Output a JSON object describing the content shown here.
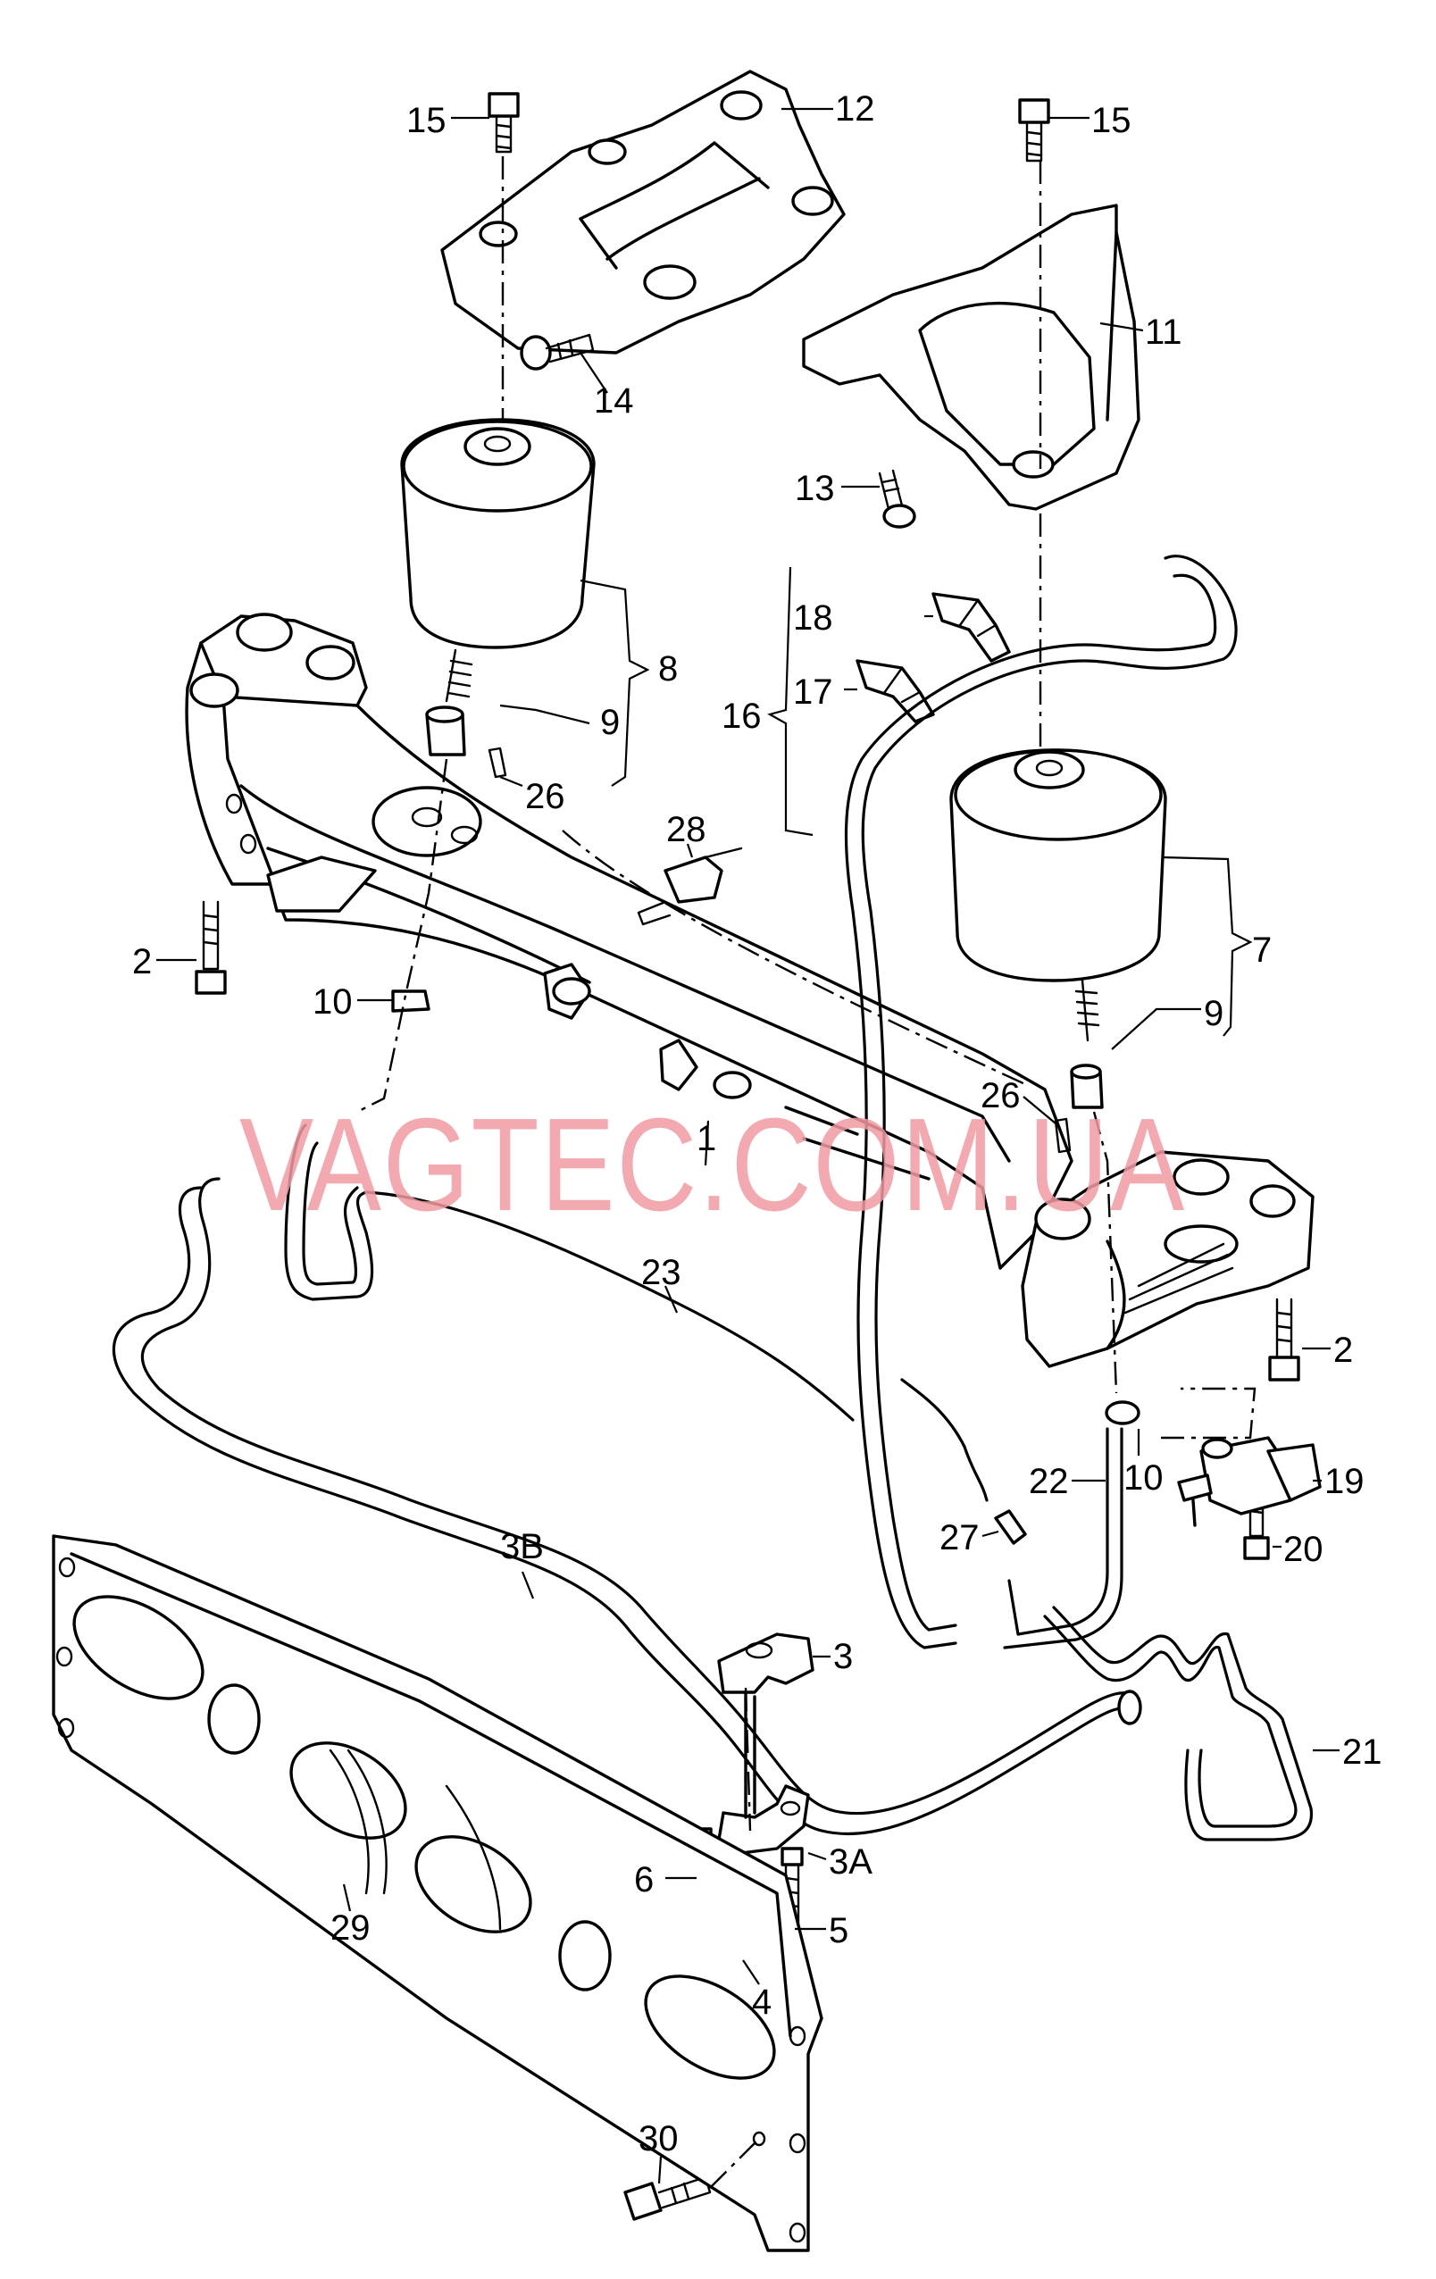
{
  "watermark": "VAGTEC.COM.UA",
  "callouts": [
    {
      "id": "c15a",
      "text": "15"
    },
    {
      "id": "c12",
      "text": "12"
    },
    {
      "id": "c15b",
      "text": "15"
    },
    {
      "id": "c14",
      "text": "14"
    },
    {
      "id": "c11",
      "text": "11"
    },
    {
      "id": "c13",
      "text": "13"
    },
    {
      "id": "c8",
      "text": "8"
    },
    {
      "id": "c9a",
      "text": "9"
    },
    {
      "id": "c26a",
      "text": "26"
    },
    {
      "id": "c18",
      "text": "18"
    },
    {
      "id": "c17",
      "text": "17"
    },
    {
      "id": "c16",
      "text": "16"
    },
    {
      "id": "c28",
      "text": "28"
    },
    {
      "id": "c2a",
      "text": "2"
    },
    {
      "id": "c10a",
      "text": "10"
    },
    {
      "id": "c7",
      "text": "7"
    },
    {
      "id": "c9b",
      "text": "9"
    },
    {
      "id": "c26b",
      "text": "26"
    },
    {
      "id": "c1",
      "text": "1"
    },
    {
      "id": "c23",
      "text": "23"
    },
    {
      "id": "c2b",
      "text": "2"
    },
    {
      "id": "c10b",
      "text": "10"
    },
    {
      "id": "c22",
      "text": "22"
    },
    {
      "id": "c19",
      "text": "19"
    },
    {
      "id": "c20",
      "text": "20"
    },
    {
      "id": "c27",
      "text": "27"
    },
    {
      "id": "c3B",
      "text": "3B"
    },
    {
      "id": "c3",
      "text": "3"
    },
    {
      "id": "c21",
      "text": "21"
    },
    {
      "id": "c3A",
      "text": "3A"
    },
    {
      "id": "c6",
      "text": "6"
    },
    {
      "id": "c5",
      "text": "5"
    },
    {
      "id": "c4",
      "text": "4"
    },
    {
      "id": "c29",
      "text": "29"
    },
    {
      "id": "c30",
      "text": "30"
    }
  ]
}
